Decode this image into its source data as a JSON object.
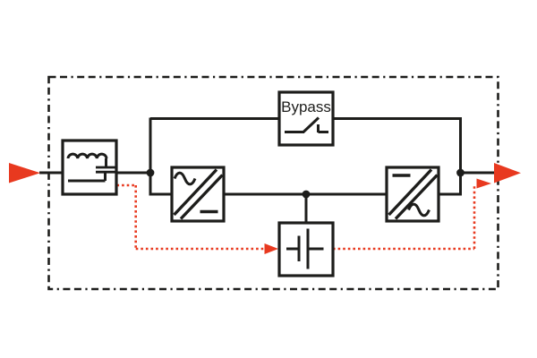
{
  "diagram": {
    "kind": "block-diagram",
    "colors": {
      "line": "#1d1d1b",
      "accent_red": "#e8391f",
      "background": "#ffffff"
    },
    "enclosure": {
      "border_style": "dash-dash-dot",
      "symbol": "enclosure-boundary"
    },
    "blocks": {
      "filter": {
        "label": "",
        "symbol": "lc-filter-icon"
      },
      "bypass": {
        "label": "Bypass",
        "symbol": "open-switch-icon"
      },
      "rectifier": {
        "label": "",
        "symbol": "ac-to-dc-converter-icon"
      },
      "inverter": {
        "label": "",
        "symbol": "dc-to-ac-converter-icon"
      },
      "battery": {
        "label": "",
        "symbol": "battery-cell-icon"
      }
    },
    "arrows": {
      "input": "red-arrow-right",
      "output": "red-arrow-right",
      "battery_charge_path": "red-dotted-line-with-arrows"
    }
  }
}
